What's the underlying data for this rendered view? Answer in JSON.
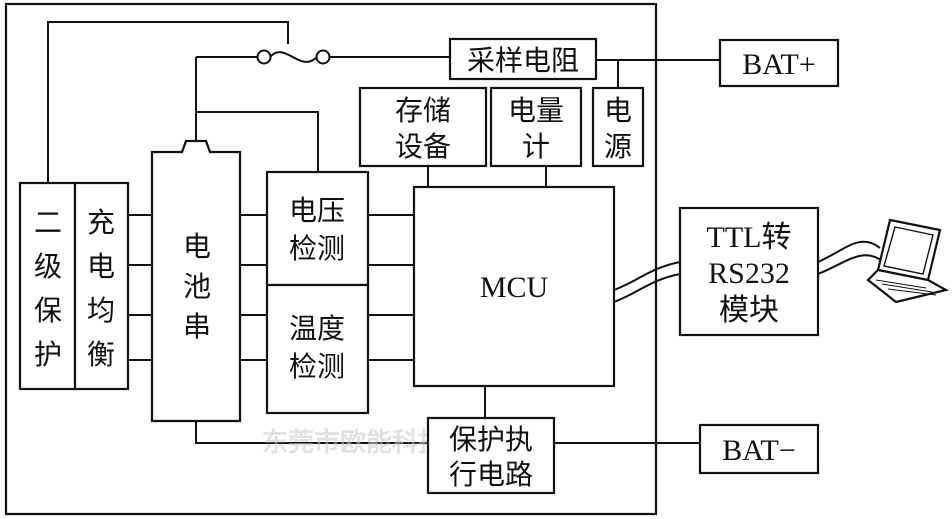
{
  "diagram": {
    "blocks": {
      "secondary_protection": [
        "二",
        "级",
        "保",
        "护"
      ],
      "charge_balance": [
        "充",
        "电",
        "均",
        "衡"
      ],
      "battery_string": [
        "电",
        "池",
        "串"
      ],
      "voltage_detection": [
        "电压",
        "检测"
      ],
      "temperature_detection": [
        "温度",
        "检测"
      ],
      "mcu": "MCU",
      "storage_device": [
        "存储",
        "设备"
      ],
      "fuel_gauge": [
        "电量",
        "计"
      ],
      "power_supply": [
        "电",
        "源"
      ],
      "sampling_resistor": "采样电阻",
      "protection_circuit": [
        "保护执",
        "行电路"
      ],
      "ttl_rs232": [
        "TTL转",
        "RS232",
        "模块"
      ],
      "bat_plus": "BAT+",
      "bat_minus": "BAT−"
    },
    "icons": {
      "fuse": "fuse-icon",
      "laptop": "laptop-icon"
    },
    "watermark": "东莞市欧能科技有限公司",
    "colors": {
      "line": "#111111",
      "background": "#ffffff",
      "watermark": "#c9c9c9"
    }
  }
}
